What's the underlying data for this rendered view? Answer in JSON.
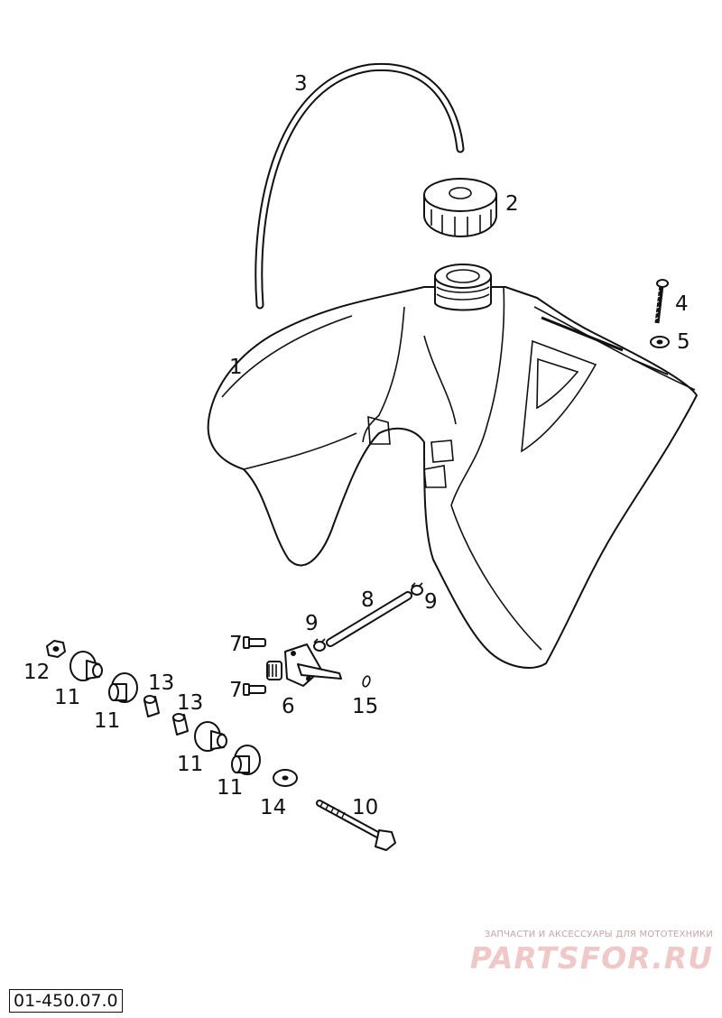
{
  "callouts": {
    "tank": "1",
    "filler_cap": "2",
    "breather_hose": "3",
    "screw_4": "4",
    "washer_5": "5",
    "fuel_tap": "6",
    "tap_screw_upper": "7",
    "tap_screw_lower": "7",
    "fuel_hose": "8",
    "clamp_left": "9",
    "clamp_right": "9",
    "mount_bolt": "10",
    "rubber_a": "11",
    "rubber_b": "11",
    "rubber_c": "11",
    "rubber_d": "11",
    "nut": "12",
    "bushing_a": "13",
    "bushing_b": "13",
    "washer_14": "14",
    "oring": "15"
  },
  "drawing_number": "01-450.07.0",
  "watermark": {
    "tagline": "ЗАПЧАСТИ И АКСЕССУАРЫ ДЛЯ МОТОТЕХНИКИ",
    "logo": "PARTSFOR.RU"
  }
}
